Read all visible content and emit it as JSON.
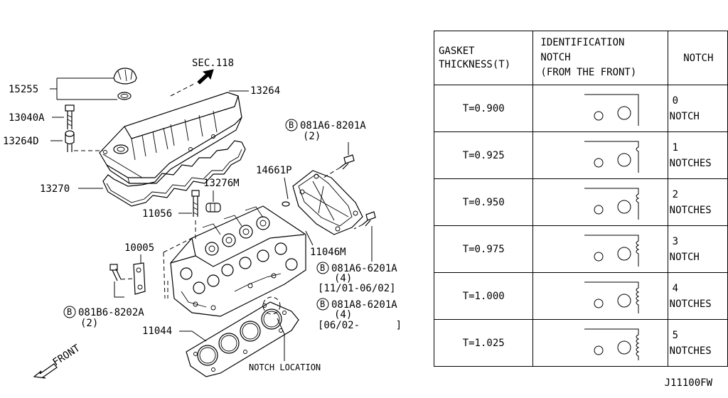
{
  "parts": {
    "p15255": "15255",
    "p13040A": "13040A",
    "p13264D": "13264D",
    "p13270": "13270",
    "sec": "SEC.118",
    "p13264": "13264",
    "b1_code": "081A6-8201A",
    "b1_qty": "(2)",
    "p14661P": "14661P",
    "p13276M": "13276M",
    "p11056": "11056",
    "p10005": "10005",
    "p11046M": "11046M",
    "b2_code": "081A6-6201A",
    "b2_qty": "(4)",
    "b2_date": "[11/01-06/02]",
    "b3_code": "081A8-6201A",
    "b3_qty": "(4)",
    "b3_date": "[06/02-      ]",
    "b4_code": "081B6-8202A",
    "b4_qty": "(2)",
    "p11044": "11044",
    "notch_location": "NOTCH LOCATION",
    "front": "FRONT",
    "bolt_symbol": "B"
  },
  "table": {
    "header": {
      "gasket_line1": "GASKET",
      "gasket_line2": "THICKNESS(T)",
      "ident_line1": "IDENTIFICATION",
      "ident_line2": "NOTCH",
      "ident_line3": "(FROM THE FRONT)",
      "notch": "NOTCH"
    },
    "rows": [
      {
        "thickness": "T=0.900",
        "count": "0",
        "unit": "NOTCH",
        "notches": 0
      },
      {
        "thickness": "T=0.925",
        "count": "1",
        "unit": "NOTCHES",
        "notches": 1
      },
      {
        "thickness": "T=0.950",
        "count": "2",
        "unit": "NOTCHES",
        "notches": 2
      },
      {
        "thickness": "T=0.975",
        "count": "3",
        "unit": "NOTCH",
        "notches": 3
      },
      {
        "thickness": "T=1.000",
        "count": "4",
        "unit": "NOTCHES",
        "notches": 4
      },
      {
        "thickness": "T=1.025",
        "count": "5",
        "unit": "NOTCHES",
        "notches": 5
      }
    ]
  },
  "drawing_code": "J11100FW"
}
